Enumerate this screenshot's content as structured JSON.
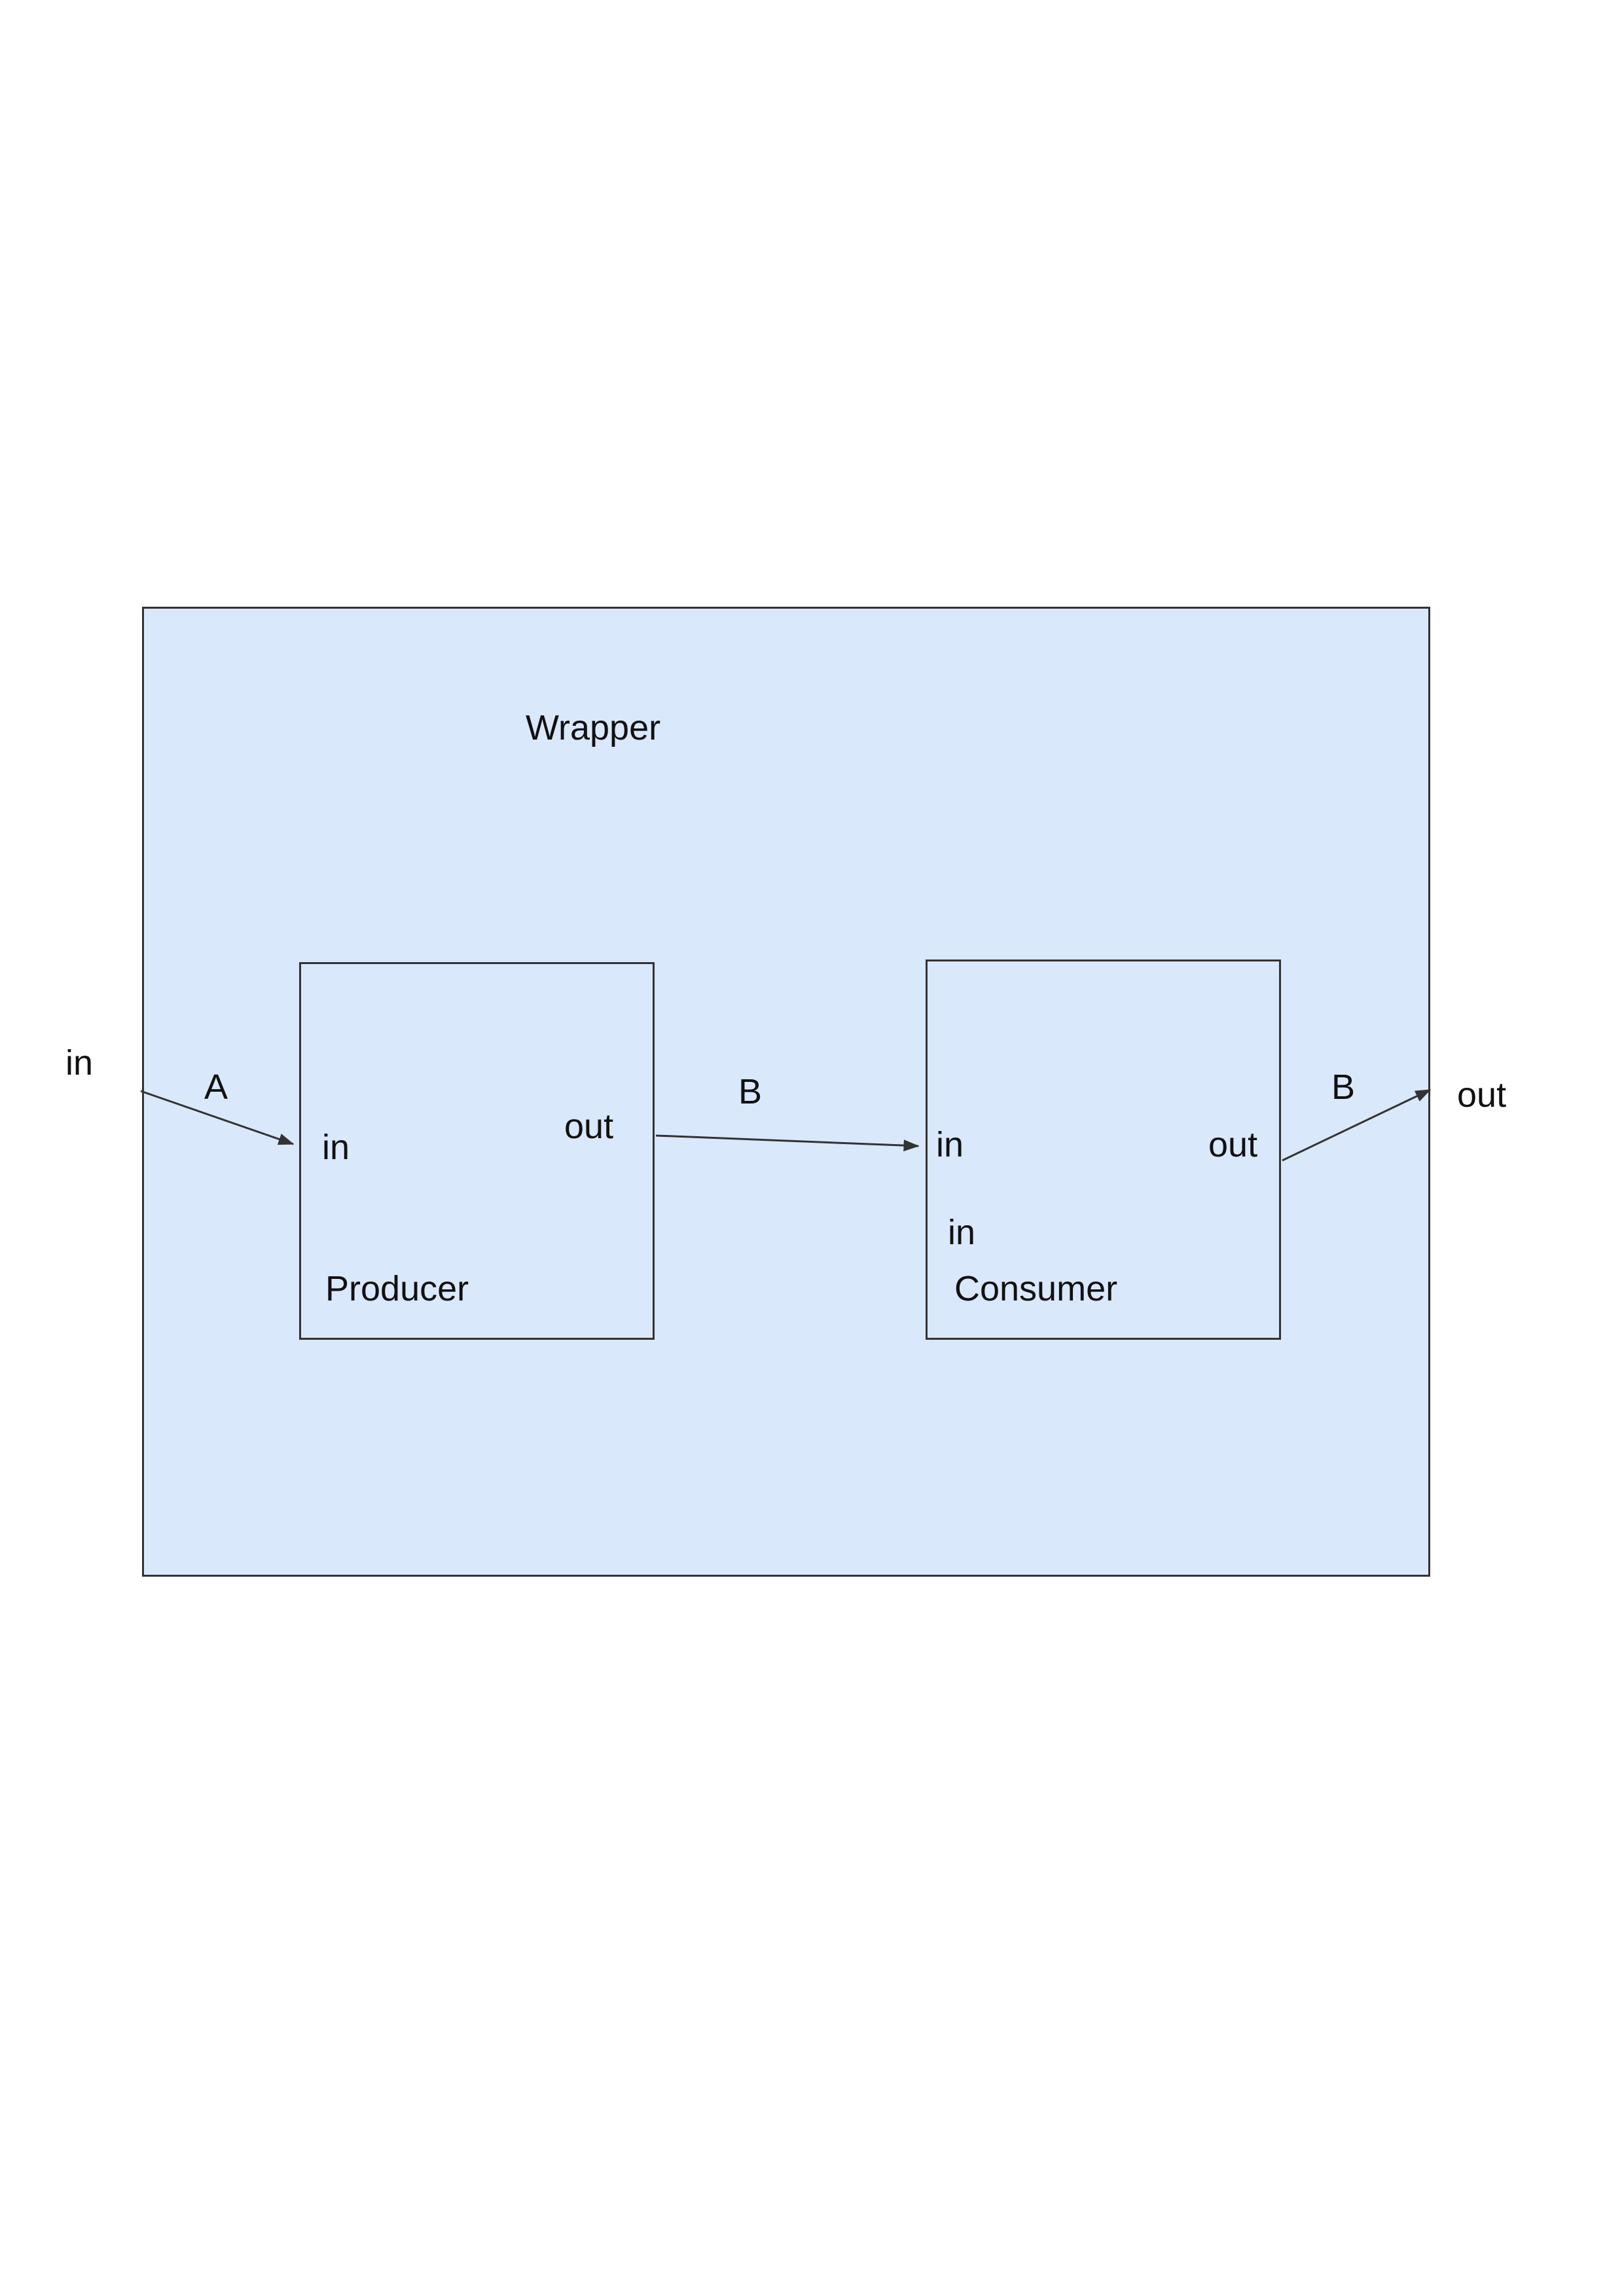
{
  "diagram": {
    "wrapper": {
      "title": "Wrapper"
    },
    "ports": {
      "external_in": "in",
      "external_out": "out"
    },
    "producer": {
      "name": "Producer",
      "in_port": "in",
      "out_port": "out"
    },
    "consumer": {
      "name": "Consumer",
      "in_port": "in",
      "out_port": "out",
      "extra_in": "in"
    },
    "edges": {
      "a": {
        "label": "A"
      },
      "b1": {
        "label": "B"
      },
      "b2": {
        "label": "B"
      }
    },
    "colors": {
      "node_fill": "#dae8fc",
      "stroke": "#333333",
      "page_background": "#ffffff"
    }
  }
}
